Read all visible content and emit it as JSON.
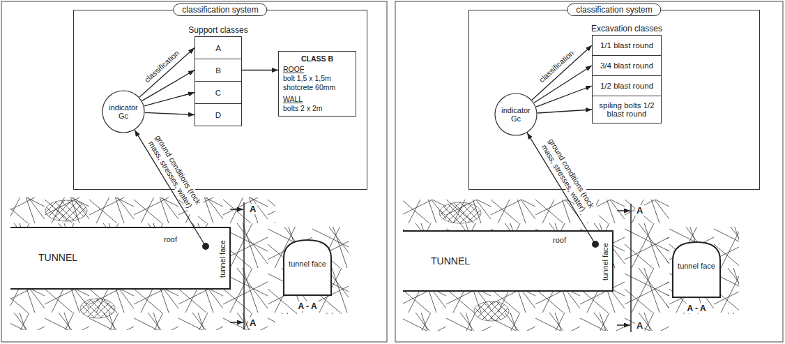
{
  "diagram": {
    "nodes": [
      {
        "text": [
          "classification system"
        ]
      },
      {
        "text": [
          "indicator Gc"
        ],
        "in": 0
      },
      {
        "text": [
          "Support classes"
        ],
        "in": 0
      },
      {
        "text": [
          "A"
        ],
        "in": 2
      },
      {
        "text": [
          "B"
        ],
        "in": 2
      },
      {
        "text": [
          "C"
        ],
        "in": 2
      },
      {
        "text": [
          "D"
        ],
        "in": 2
      },
      {
        "text": [
          "CLASS B",
          "ROOF",
          "bolt 1,5 x 1,5m shotcrete 60mm",
          "WALL",
          "bolts 2 x 2m"
        ],
        "in": 0
      },
      {
        "text": [
          "TUNNEL",
          "roof",
          "tunnel face"
        ]
      },
      {
        "text": [
          "tunnel face",
          "A - A"
        ]
      },
      {
        "text": [
          "classification system"
        ]
      },
      {
        "text": [
          "indicator Gc"
        ],
        "in": 10
      },
      {
        "text": [
          "Excavation classes"
        ],
        "in": 10
      },
      {
        "text": [
          "1/1 blast round"
        ],
        "in": 12
      },
      {
        "text": [
          "3/4 blast round"
        ],
        "in": 12
      },
      {
        "text": [
          "1/2 blast round"
        ],
        "in": 12
      },
      {
        "text": [
          "spiling bolts 1/2 blast round"
        ],
        "in": 12
      },
      {
        "text": [
          "TUNNEL",
          "roof",
          "tunnel face"
        ]
      },
      {
        "text": [
          "tunnel face",
          "A - A"
        ]
      }
    ],
    "edges": [
      {
        "from": 1,
        "to": 3,
        "arrow": "to",
        "label": "classification"
      },
      {
        "from": 1,
        "to": 4,
        "arrow": "to"
      },
      {
        "from": 1,
        "to": 5,
        "arrow": "to"
      },
      {
        "from": 1,
        "to": 6,
        "arrow": "to"
      },
      {
        "from": 4,
        "to": 7,
        "arrow": "to"
      },
      {
        "from": 8,
        "to": 1,
        "arrow": "to",
        "label": "ground conditions (rock mass, stresses, water)"
      },
      {
        "from": 11,
        "to": 13,
        "arrow": "to",
        "label": "classification"
      },
      {
        "from": 11,
        "to": 14,
        "arrow": "to"
      },
      {
        "from": 11,
        "to": 15,
        "arrow": "to"
      },
      {
        "from": 11,
        "to": 16,
        "arrow": "to"
      },
      {
        "from": 17,
        "to": 11,
        "arrow": "to",
        "label": "ground conditions (rock mass, stresses, water)"
      }
    ],
    "labels": [
      "A",
      "A",
      "A",
      "A"
    ]
  }
}
